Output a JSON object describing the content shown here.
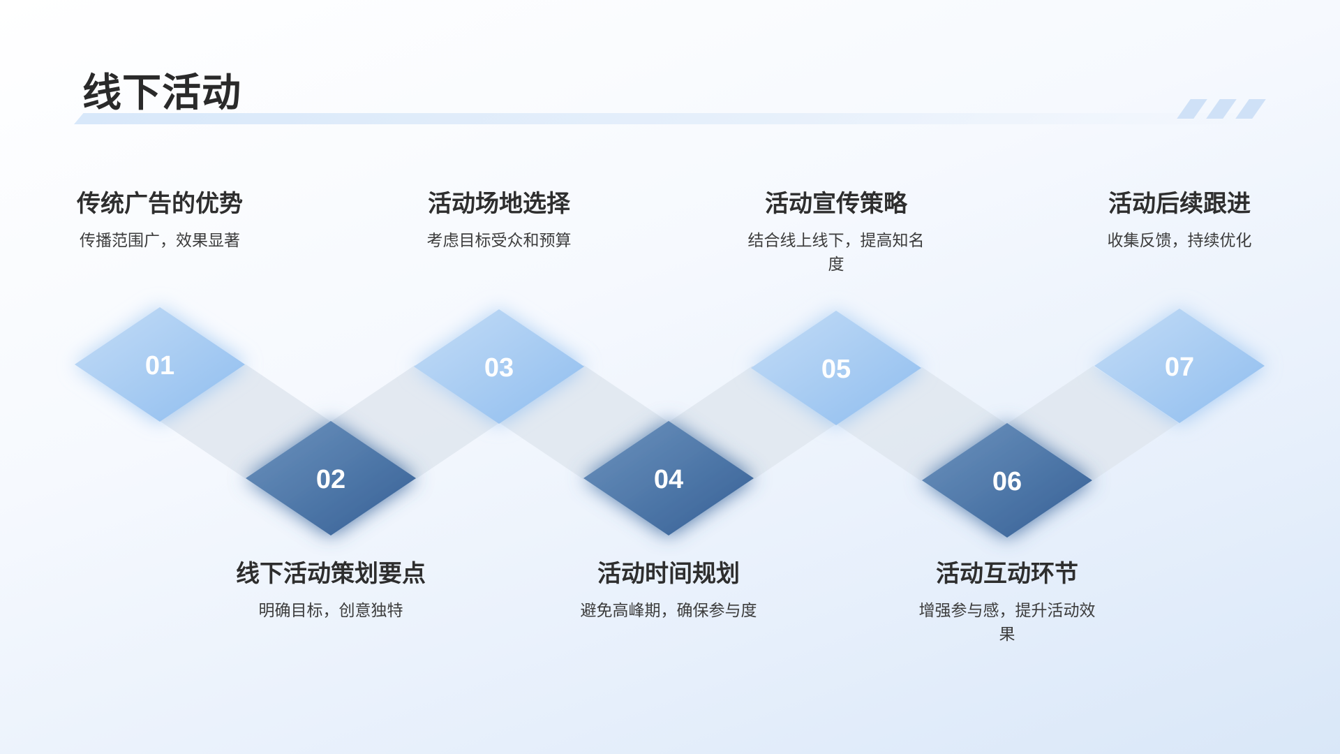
{
  "page": {
    "title": "线下活动"
  },
  "colors": {
    "light_diamond": "#9dc6f1",
    "dark_diamond": "#3f6ca1",
    "connector": "#dfe6ee",
    "title_bar": "#d8e8fa"
  },
  "steps": [
    {
      "number": "01",
      "title": "传统广告的优势",
      "desc": "传播范围广，效果显著",
      "style": "light"
    },
    {
      "number": "02",
      "title": "线下活动策划要点",
      "desc": "明确目标，创意独特",
      "style": "dark"
    },
    {
      "number": "03",
      "title": "活动场地选择",
      "desc": "考虑目标受众和预算",
      "style": "light"
    },
    {
      "number": "04",
      "title": "活动时间规划",
      "desc": "避免高峰期，确保参与度",
      "style": "dark"
    },
    {
      "number": "05",
      "title": "活动宣传策略",
      "desc": "结合线上线下，提高知名度",
      "style": "light"
    },
    {
      "number": "06",
      "title": "活动互动环节",
      "desc": "增强参与感，提升活动效果",
      "style": "dark"
    },
    {
      "number": "07",
      "title": "活动后续跟进",
      "desc": "收集反馈，持续优化",
      "style": "light"
    }
  ]
}
